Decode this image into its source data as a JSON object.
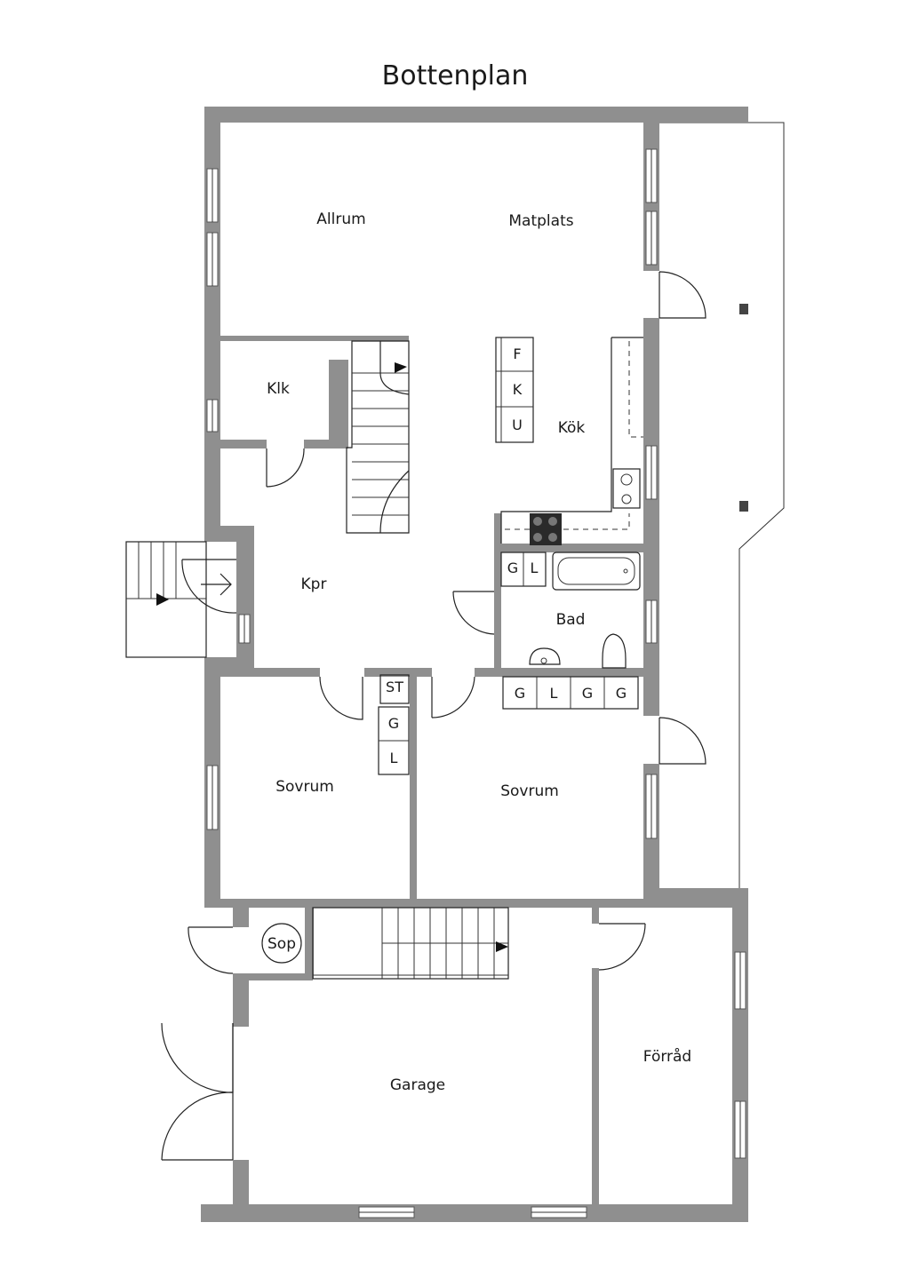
{
  "title": "Bottenplan",
  "rooms": {
    "allrum": "Allrum",
    "matplats": "Matplats",
    "klk": "Klk",
    "kok": "Kök",
    "kpr": "Kpr",
    "bad": "Bad",
    "sovrum_left": "Sovrum",
    "sovrum_right": "Sovrum",
    "garage": "Garage",
    "forrad": "Förråd",
    "sop": "Sop"
  },
  "kitchen_column": [
    "F",
    "K",
    "U"
  ],
  "bath_units": [
    "G",
    "L"
  ],
  "closet_row": [
    "G",
    "L",
    "G",
    "G"
  ],
  "hall_units": [
    "ST",
    "G",
    "L"
  ]
}
